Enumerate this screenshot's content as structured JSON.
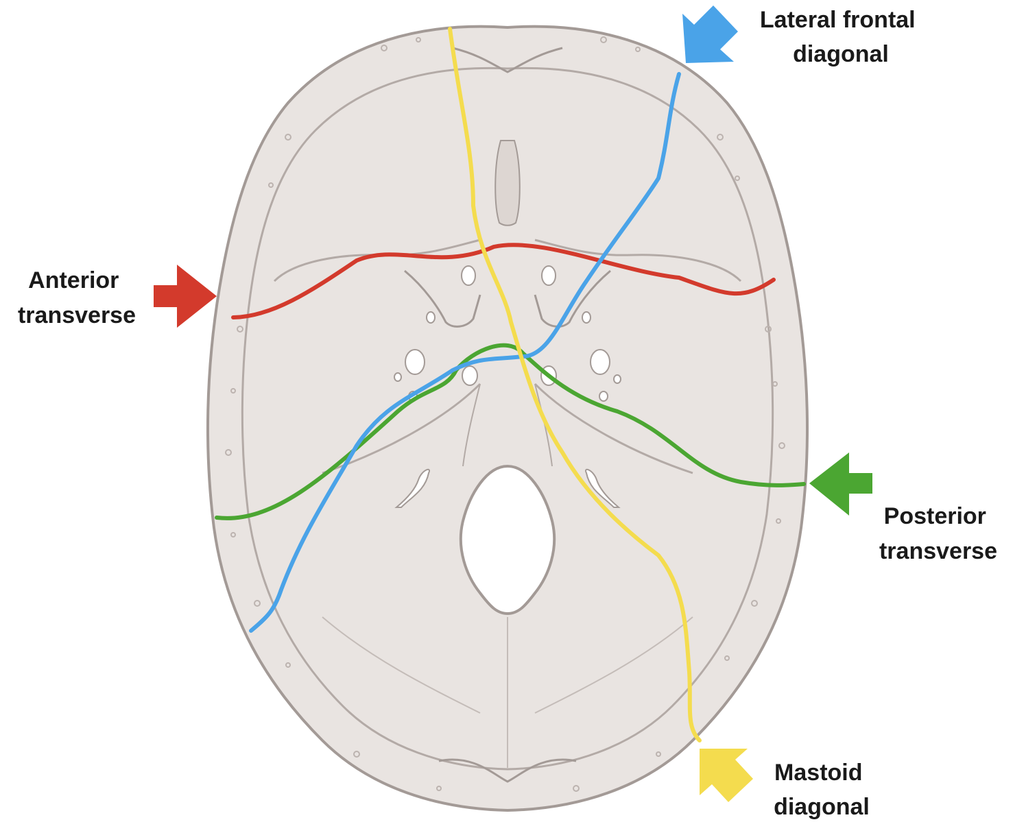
{
  "labels": {
    "anterior": [
      "Anterior",
      "transverse"
    ],
    "lateral_frontal": [
      "Lateral frontal",
      "diagonal"
    ],
    "posterior": [
      "Posterior",
      "transverse"
    ],
    "mastoid": [
      "Mastoid",
      "diagonal"
    ]
  },
  "colors": {
    "anterior_transverse": "#d33a2c",
    "lateral_frontal_diagonal": "#4aa3e8",
    "posterior_transverse": "#4ba632",
    "mastoid_diagonal": "#f4dc4e",
    "skull_fill": "#e9e4e1",
    "skull_stroke": "#a39a96"
  },
  "icons": [
    "skull-base-illustration",
    "arrow-right-icon",
    "arrow-left-icon",
    "arrow-down-left-icon",
    "arrow-up-left-icon"
  ]
}
